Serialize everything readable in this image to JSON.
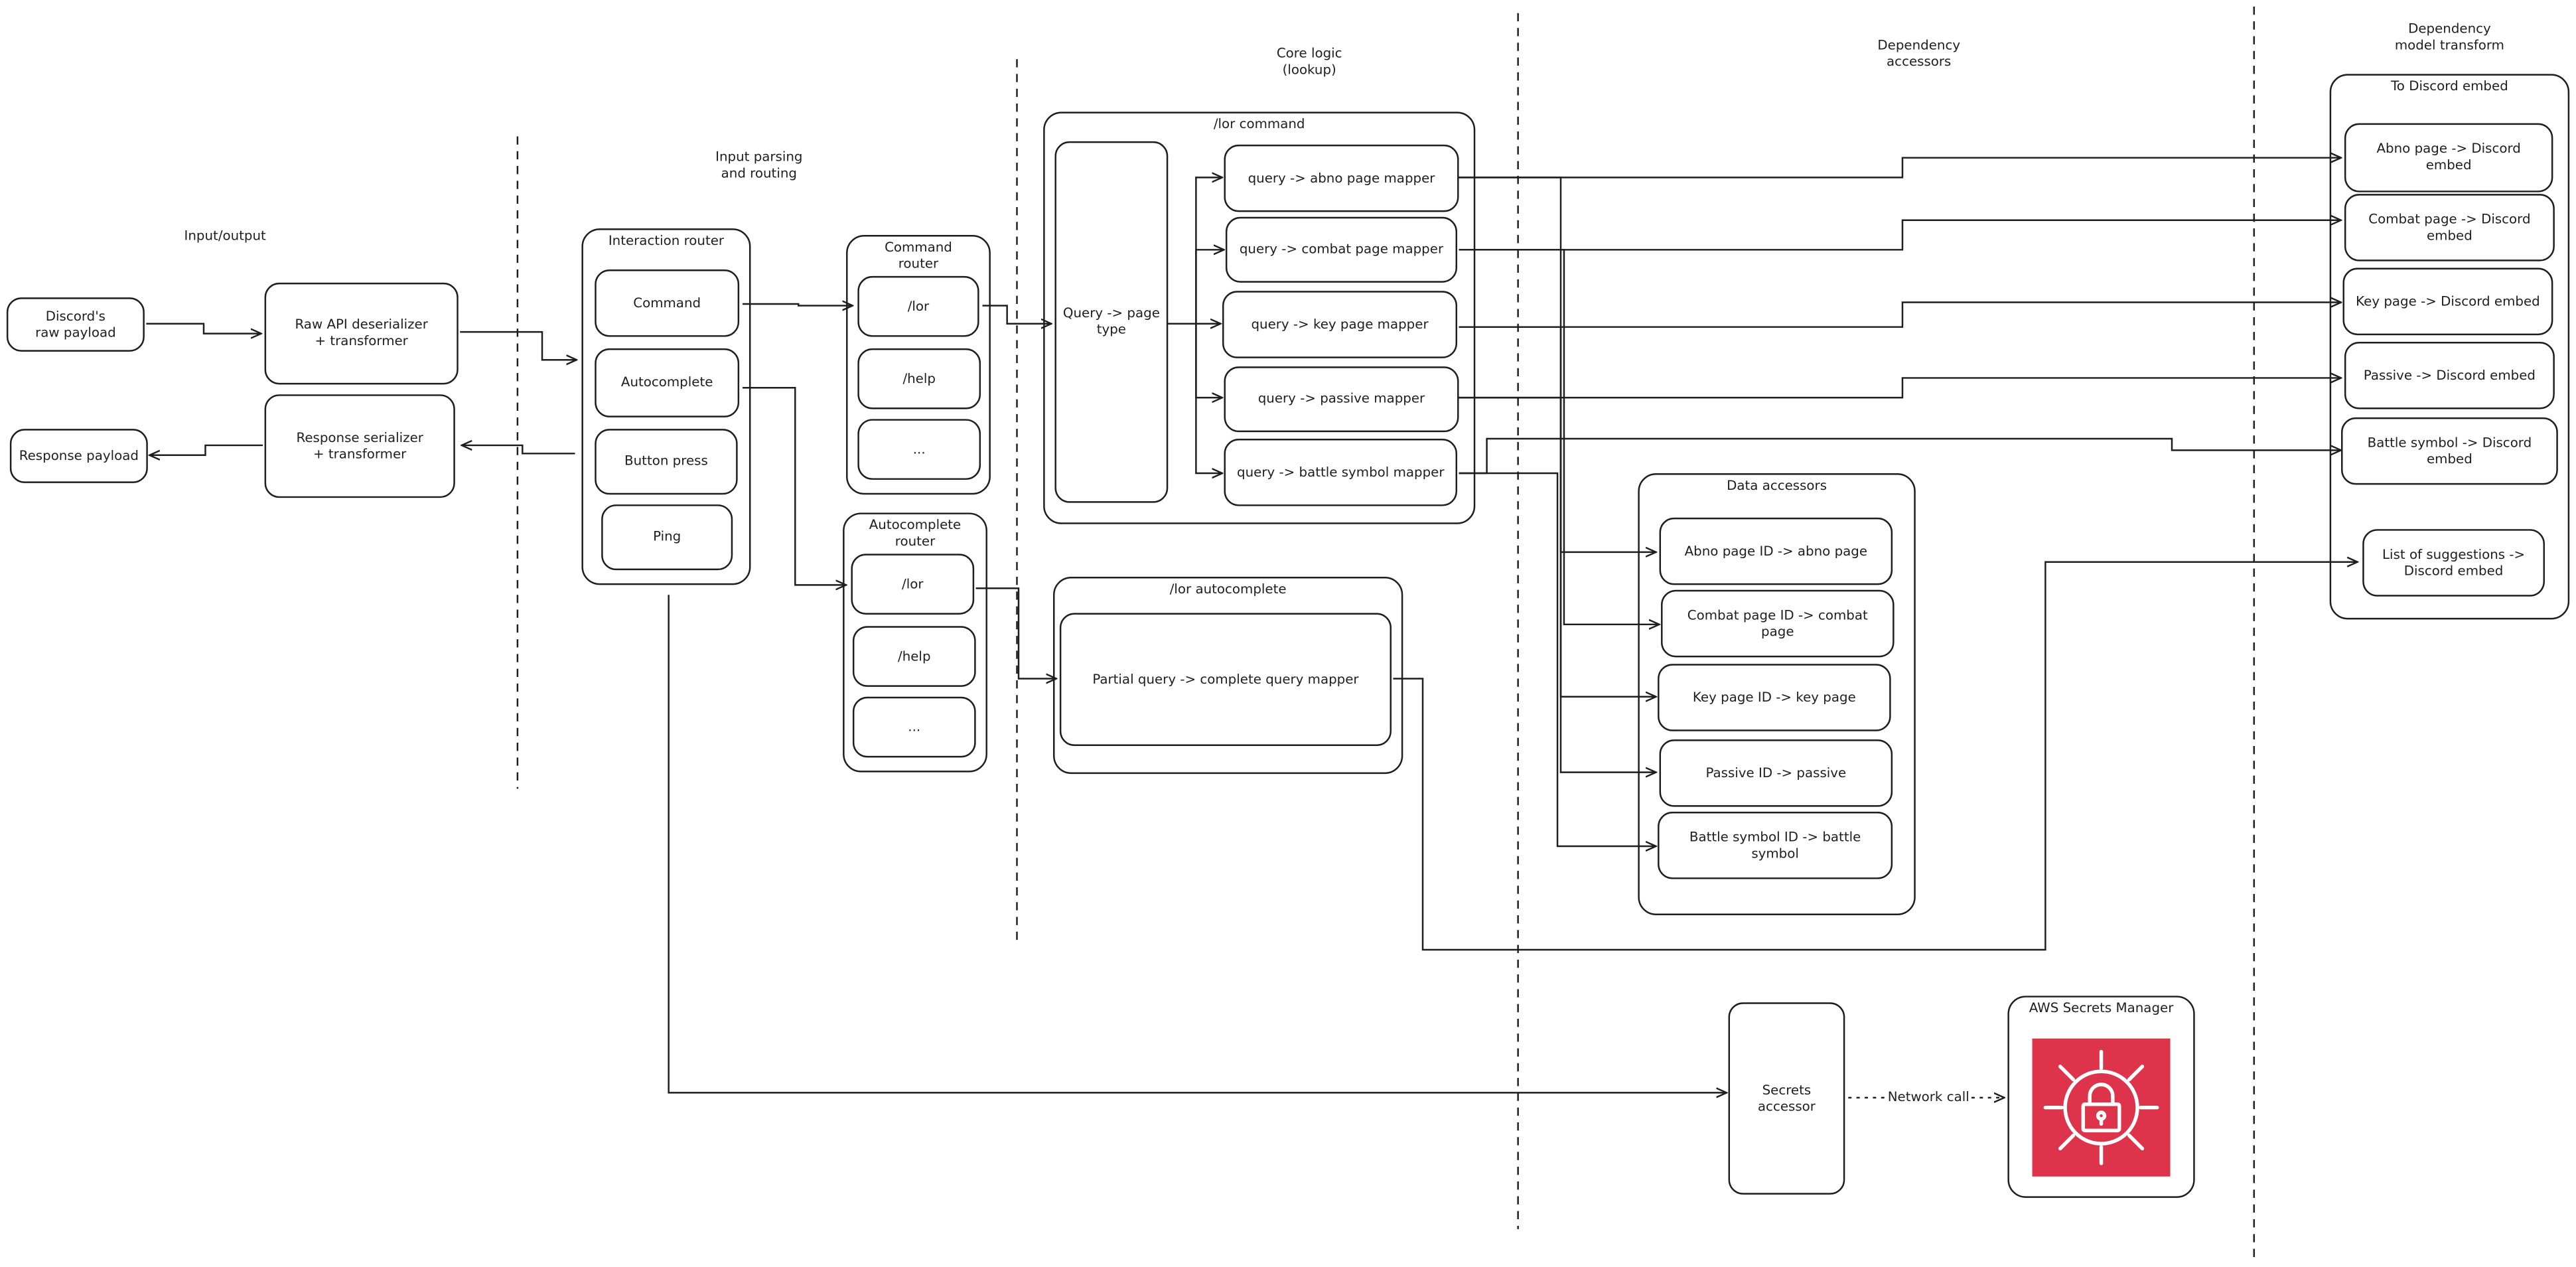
{
  "columns": {
    "io": "Input/output",
    "parsing": "Input parsing\nand routing",
    "core": "Core logic\n(lookup)",
    "accessors": "Dependency\naccessors",
    "transform": "Dependency\nmodel transform"
  },
  "io": {
    "discord_payload": "Discord's\nraw payload",
    "response_payload": "Response payload",
    "deserializer": "Raw API deserializer\n+ transformer",
    "serializer": "Response serializer\n+ transformer"
  },
  "interaction_router": {
    "title": "Interaction router",
    "items": [
      "Command",
      "Autocomplete",
      "Button press",
      "Ping"
    ]
  },
  "command_router": {
    "title": "Command\nrouter",
    "items": [
      "/lor",
      "/help",
      "..."
    ]
  },
  "autocomplete_router": {
    "title": "Autocomplete\nrouter",
    "items": [
      "/lor",
      "/help",
      "..."
    ]
  },
  "lor_command": {
    "title": "/lor command",
    "query_type": "Query -> page\ntype",
    "mappers": [
      "query -> abno page mapper",
      "query -> combat page mapper",
      "query -> key page mapper",
      "query -> passive mapper",
      "query -> battle symbol mapper"
    ]
  },
  "lor_autocomplete": {
    "title": "/lor autocomplete",
    "mapper": "Partial query -> complete query mapper"
  },
  "data_accessors": {
    "title": "Data accessors",
    "items": [
      "Abno page ID -> abno page",
      "Combat page ID -> combat page",
      "Key page ID -> key page",
      "Passive ID -> passive",
      "Battle symbol ID -> battle symbol"
    ]
  },
  "discord_embed": {
    "title": "To Discord embed",
    "items": [
      "Abno page -> Discord embed",
      "Combat page -> Discord embed",
      "Key page -> Discord embed",
      "Passive -> Discord embed",
      "Battle symbol -> Discord embed",
      "List of suggestions ->\nDiscord embed"
    ]
  },
  "secrets": {
    "accessor": "Secrets\naccessor",
    "network_call": "Network call",
    "aws_title": "AWS Secrets Manager",
    "icon": "aws-secrets-manager-icon",
    "icon_color": "#dd344c"
  }
}
